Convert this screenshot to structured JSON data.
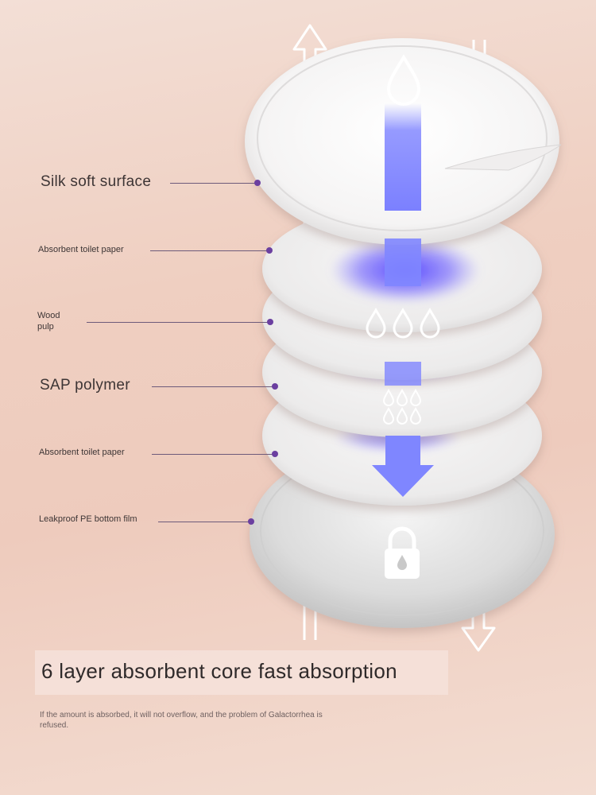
{
  "layers": [
    {
      "label": "Silk soft surface",
      "size": "big"
    },
    {
      "label": "Absorbent toilet paper",
      "size": "small"
    },
    {
      "label": "Wood\npulp",
      "size": "small"
    },
    {
      "label": "SAP polymer",
      "size": "big"
    },
    {
      "label": "Absorbent toilet paper",
      "size": "small"
    },
    {
      "label": "Leakproof PE bottom film",
      "size": "small"
    }
  ],
  "headline": "6 layer absorbent core fast absorption",
  "description": "If the amount is absorbed, it will not overflow, and the problem of Galactorrhea is refused.",
  "colors": {
    "accent_blue": "#7f86ff",
    "dot_purple": "#6b3fa0",
    "stain_blue": "#5a4cff"
  },
  "icons": [
    "up-arrow-icon",
    "down-arrow-icon",
    "water-drop-icon",
    "lock-icon"
  ]
}
